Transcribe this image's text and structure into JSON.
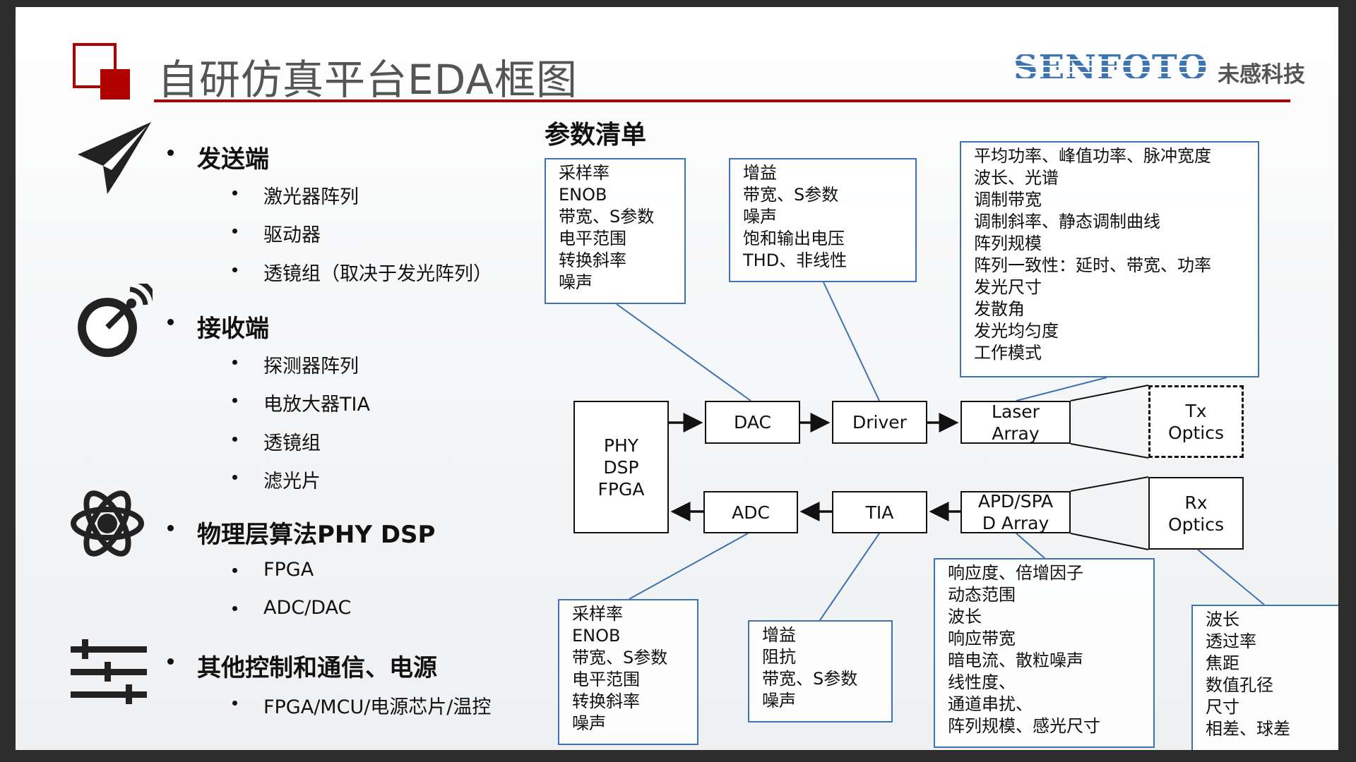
{
  "header": {
    "title": "自研仿真平台EDA框图",
    "brand": "SENFOTO",
    "brand_cn": "未感科技"
  },
  "outline": [
    {
      "heading": "发送端",
      "icon": "paper-plane-icon",
      "items": [
        "激光器阵列",
        "驱动器",
        "透镜组（取决于发光阵列）"
      ]
    },
    {
      "heading": "接收端",
      "icon": "satellite-dish-icon",
      "items": [
        "探测器阵列",
        "电放大器TIA",
        "透镜组",
        "滤光片"
      ]
    },
    {
      "heading": "物理层算法PHY DSP",
      "icon": "atom-icon",
      "items": [
        "FPGA",
        "ADC/DAC"
      ]
    },
    {
      "heading": "其他控制和通信、电源",
      "icon": "sliders-icon",
      "items": [
        "FPGA/MCU/电源芯片/温控"
      ]
    }
  ],
  "diagram": {
    "title": "参数清单",
    "blocks": {
      "phy": [
        "PHY",
        "DSP",
        "FPGA"
      ],
      "dac": "DAC",
      "driver": "Driver",
      "laser": [
        "Laser",
        "Array"
      ],
      "tx_optics": [
        "Tx",
        "Optics"
      ],
      "adc": "ADC",
      "tia": "TIA",
      "apd": [
        "APD/SPA",
        "D Array"
      ],
      "rx_optics": [
        "Rx",
        "Optics"
      ]
    },
    "params": {
      "dac": [
        "采样率",
        "ENOB",
        "带宽、S参数",
        "电平范围",
        "转换斜率",
        "噪声"
      ],
      "driver": [
        "增益",
        "带宽、S参数",
        "噪声",
        "饱和输出电压",
        "THD、非线性"
      ],
      "laser": [
        "平均功率、峰值功率、脉冲宽度",
        "波长、光谱",
        "调制带宽",
        "调制斜率、静态调制曲线",
        "阵列规模",
        "阵列一致性：延时、带宽、功率",
        "发光尺寸",
        "发散角",
        "发光均匀度",
        "工作模式"
      ],
      "adc": [
        "采样率",
        "ENOB",
        "带宽、S参数",
        "电平范围",
        "转换斜率",
        "噪声"
      ],
      "tia": [
        "增益",
        "阻抗",
        "带宽、S参数",
        "噪声"
      ],
      "apd": [
        "响应度、倍增因子",
        "动态范围",
        "波长",
        "响应带宽",
        "暗电流、散粒噪声",
        "线性度、",
        "通道串扰、",
        "阵列规模、感光尺寸"
      ],
      "rx_optics": [
        "波长",
        "透过率",
        "焦距",
        "数值孔径",
        "尺寸",
        "相差、球差"
      ]
    }
  }
}
